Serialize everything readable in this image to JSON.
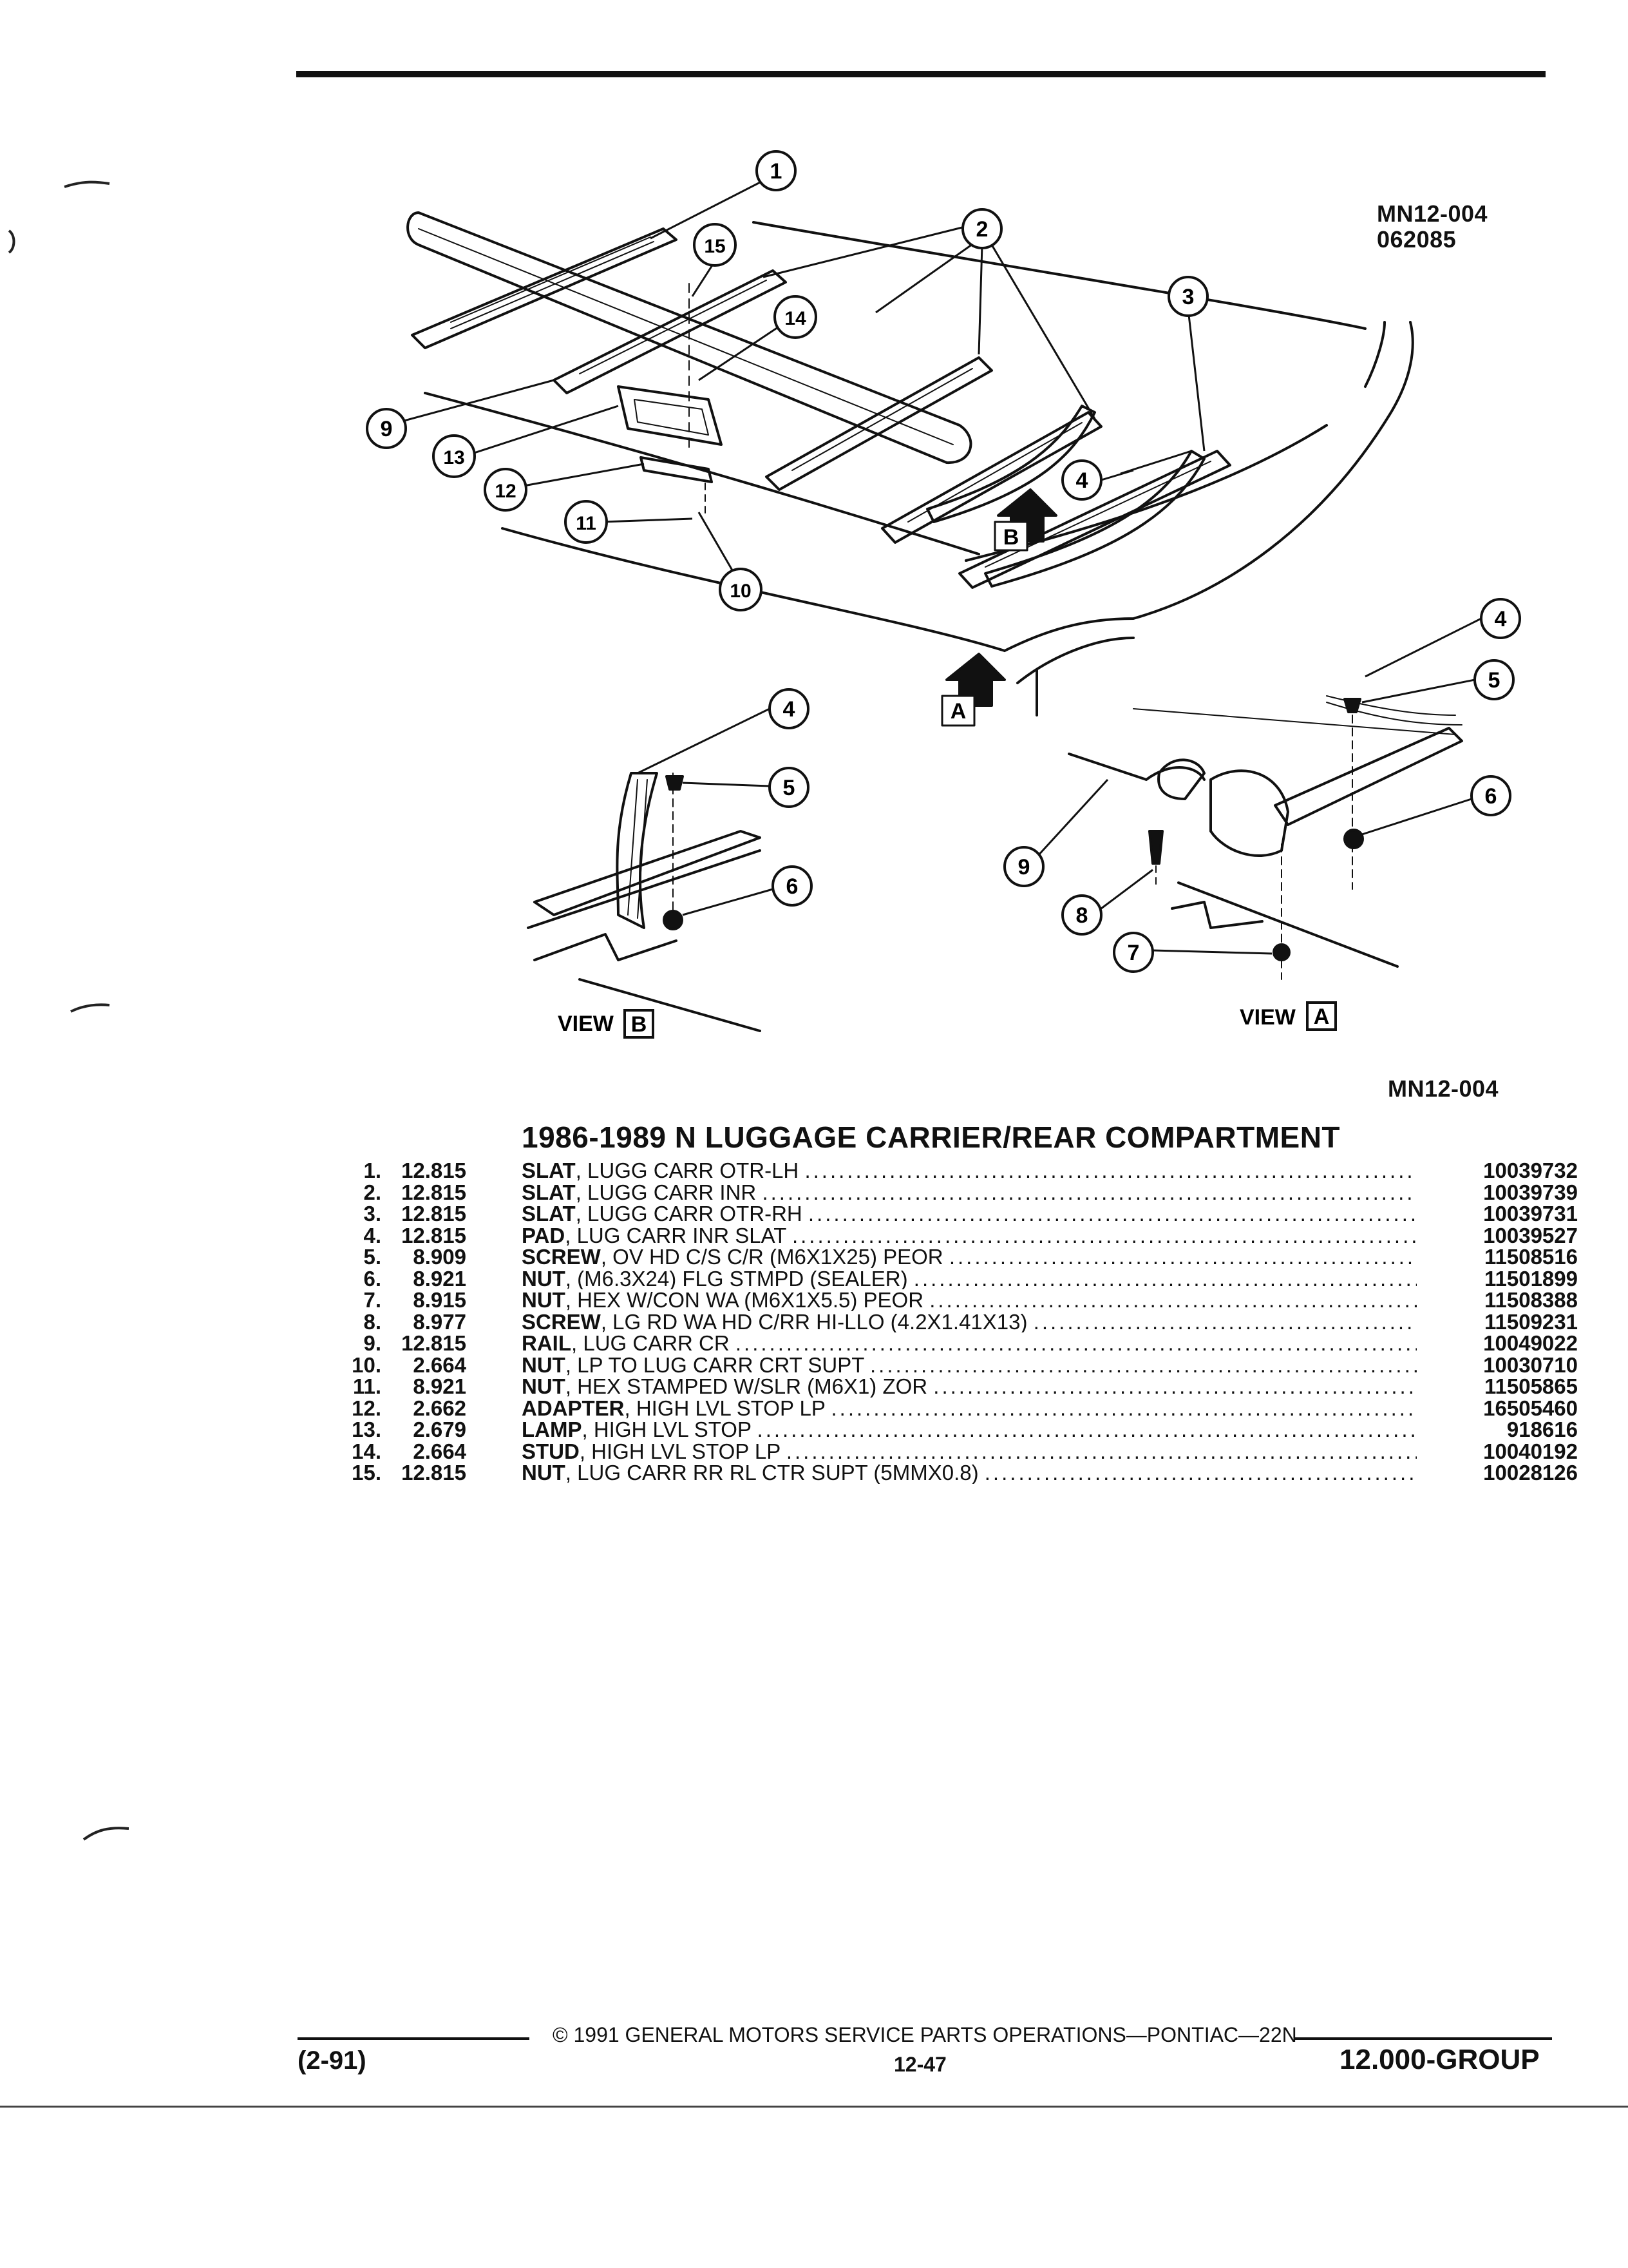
{
  "header": {
    "code_top": "MN12-004",
    "code_date": "062085",
    "code_mid": "MN12-004"
  },
  "diagram": {
    "callouts": [
      "1",
      "2",
      "3",
      "4",
      "5",
      "6",
      "7",
      "8",
      "9",
      "10",
      "11",
      "12",
      "13",
      "14",
      "15"
    ],
    "view_b_label": "VIEW",
    "view_b_letter": "B",
    "view_a_label": "VIEW",
    "view_a_letter": "A",
    "arrow_a": "A",
    "arrow_b": "B"
  },
  "title": "1986-1989 N LUGGAGE CARRIER/REAR COMPARTMENT",
  "parts": [
    {
      "num": "1.",
      "group": "12.815",
      "name": "SLAT",
      "desc": ", LUGG CARR OTR-LH",
      "pn": "10039732"
    },
    {
      "num": "2.",
      "group": "12.815",
      "name": "SLAT",
      "desc": ", LUGG CARR INR",
      "pn": "10039739"
    },
    {
      "num": "3.",
      "group": "12.815",
      "name": "SLAT",
      "desc": ", LUGG CARR OTR-RH",
      "pn": "10039731"
    },
    {
      "num": "4.",
      "group": "12.815",
      "name": "PAD",
      "desc": ", LUG CARR INR SLAT",
      "pn": "10039527"
    },
    {
      "num": "5.",
      "group": "8.909",
      "name": "SCREW",
      "desc": ", OV HD C/S C/R (M6X1X25) PEOR",
      "pn": "11508516"
    },
    {
      "num": "6.",
      "group": "8.921",
      "name": "NUT",
      "desc": ", (M6.3X24) FLG STMPD (SEALER)",
      "pn": "11501899"
    },
    {
      "num": "7.",
      "group": "8.915",
      "name": "NUT",
      "desc": ", HEX W/CON WA (M6X1X5.5) PEOR",
      "pn": "11508388"
    },
    {
      "num": "8.",
      "group": "8.977",
      "name": "SCREW",
      "desc": ", LG RD WA HD C/RR HI-LLO (4.2X1.41X13)",
      "pn": "11509231"
    },
    {
      "num": "9.",
      "group": "12.815",
      "name": "RAIL",
      "desc": ", LUG CARR CR",
      "pn": "10049022"
    },
    {
      "num": "10.",
      "group": "2.664",
      "name": "NUT",
      "desc": ", LP TO LUG CARR CRT SUPT",
      "pn": "10030710"
    },
    {
      "num": "11.",
      "group": "8.921",
      "name": "NUT",
      "desc": ", HEX STAMPED W/SLR (M6X1) ZOR",
      "pn": "11505865"
    },
    {
      "num": "12.",
      "group": "2.662",
      "name": "ADAPTER",
      "desc": ", HIGH LVL STOP LP",
      "pn": "16505460"
    },
    {
      "num": "13.",
      "group": "2.679",
      "name": "LAMP",
      "desc": ", HIGH LVL STOP",
      "pn": "918616"
    },
    {
      "num": "14.",
      "group": "2.664",
      "name": "STUD",
      "desc": ", HIGH LVL STOP LP",
      "pn": "10040192"
    },
    {
      "num": "15.",
      "group": "12.815",
      "name": "NUT",
      "desc": ", LUG CARR RR RL CTR SUPT (5MMX0.8)",
      "pn": "10028126"
    }
  ],
  "footer": {
    "copyright": "© 1991 GENERAL MOTORS SERVICE PARTS OPERATIONS—PONTIAC—22N",
    "date_code": "(2-91)",
    "page": "12-47",
    "group": "12.000-GROUP"
  }
}
